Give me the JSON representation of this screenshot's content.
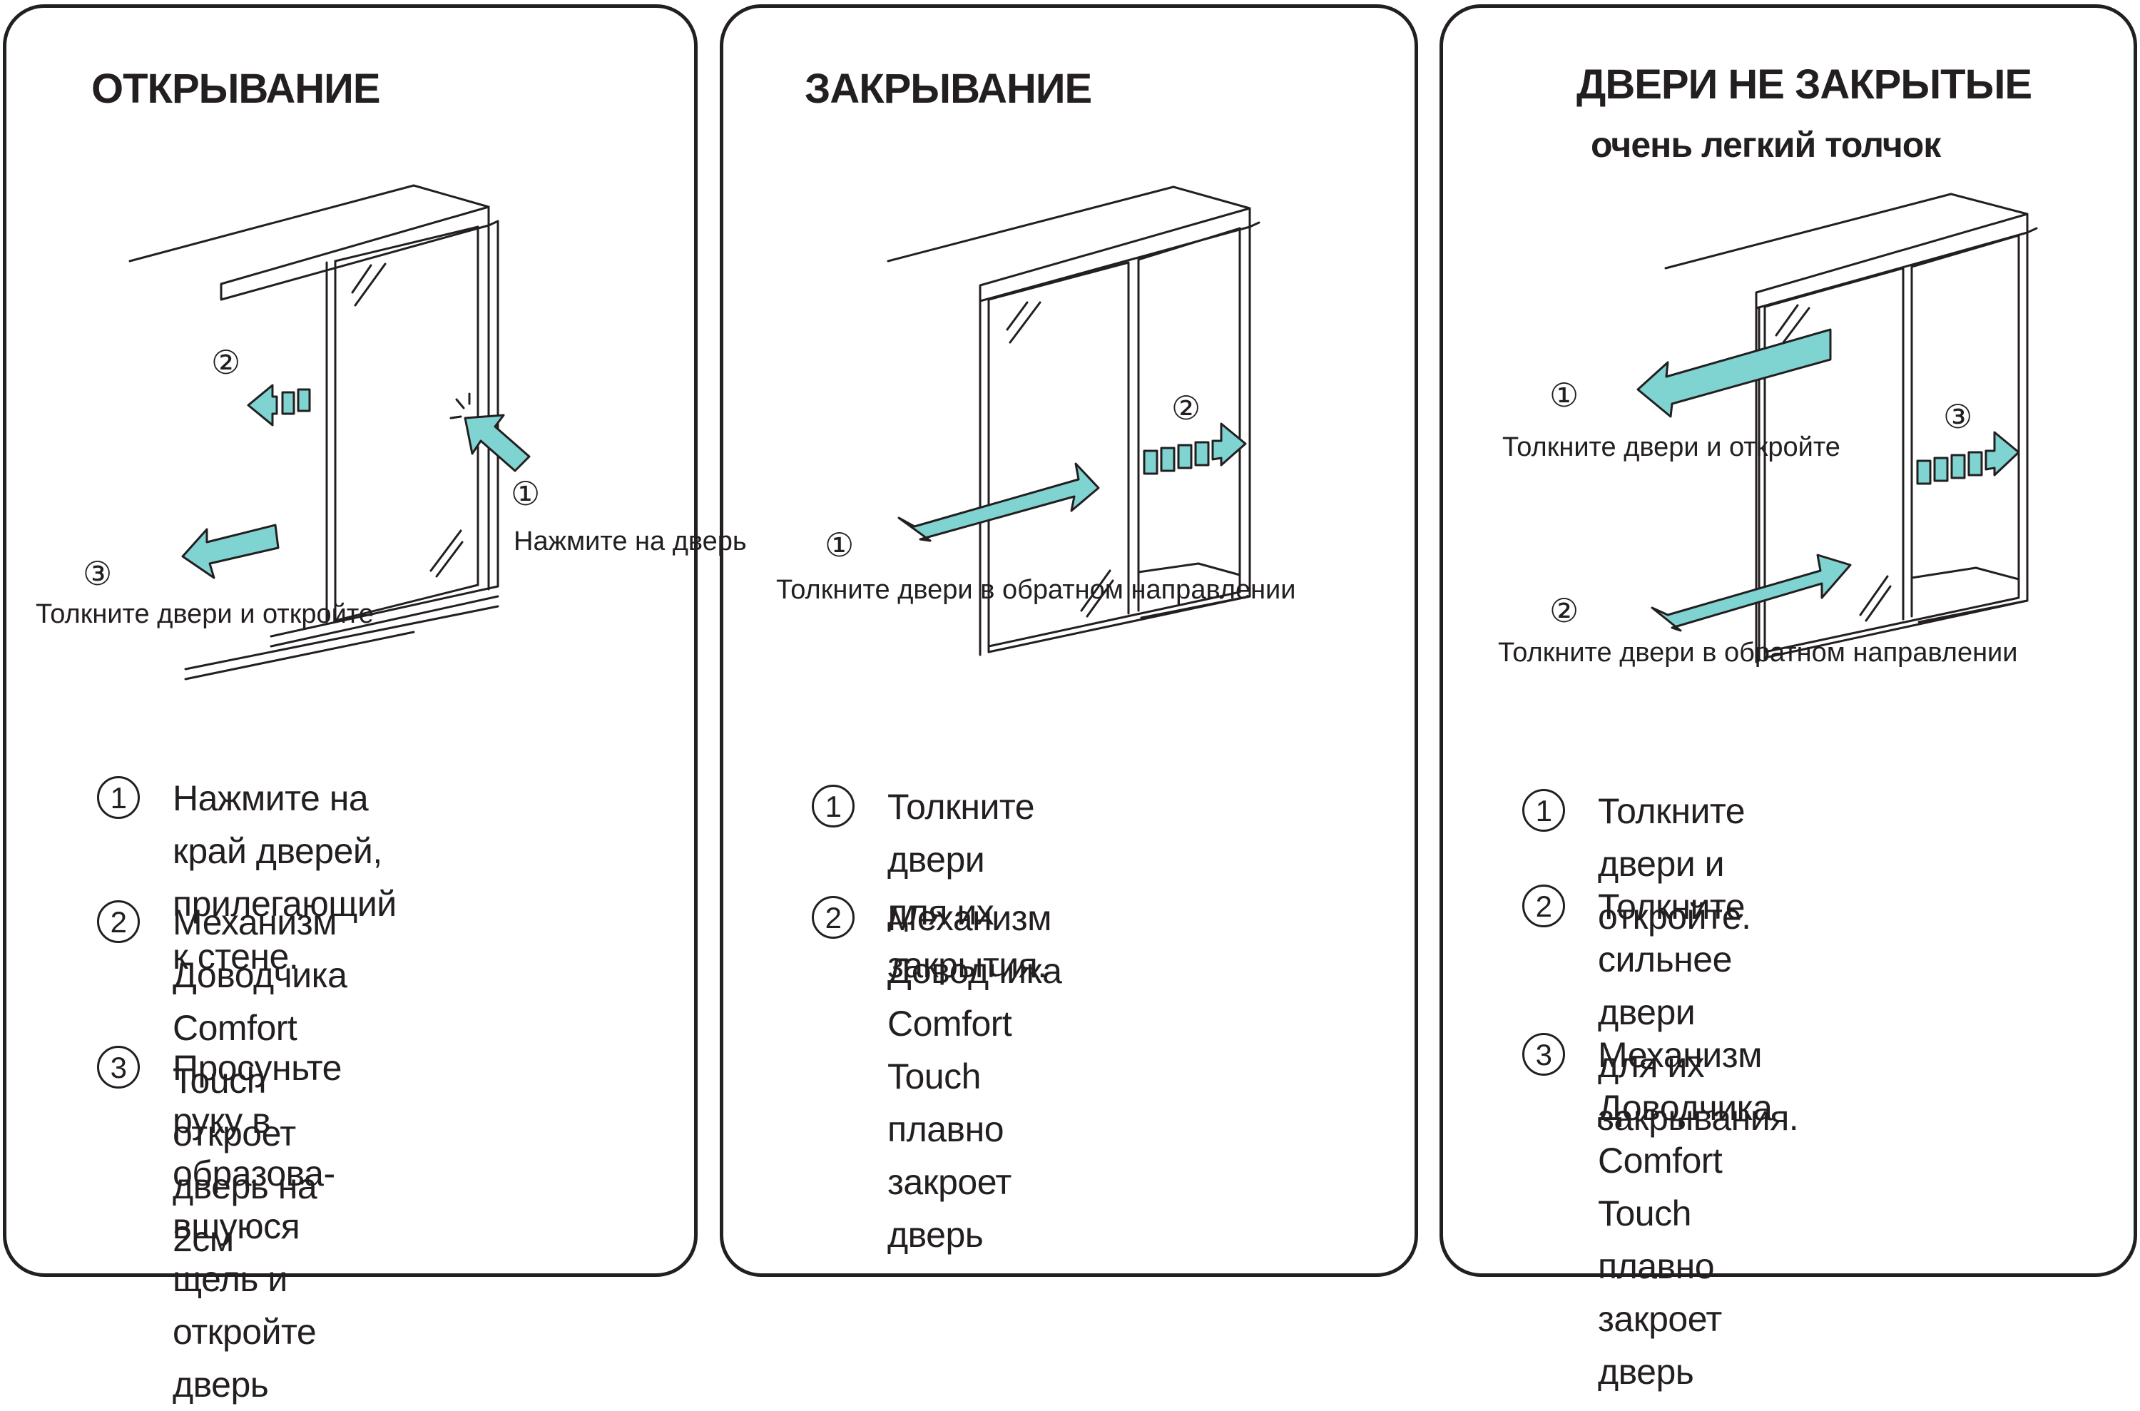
{
  "colors": {
    "arrow": "#7fd4d2",
    "line": "#231f20",
    "background": "#ffffff"
  },
  "panels": [
    {
      "title": "ОТКРЫВАНИЕ",
      "callouts": [
        {
          "num": "②",
          "text": ""
        },
        {
          "num": "①",
          "text": "Нажмите\nна дверь"
        },
        {
          "num": "③",
          "text": "Толкните двери\nи откройте"
        }
      ],
      "steps": [
        {
          "num": "1",
          "text": "Нажмите на край дверей,\nприлегающий к стене."
        },
        {
          "num": "2",
          "text": "Механизм Доводчика Comfort\nTouch откроет дверь на 2см"
        },
        {
          "num": "3",
          "text": "Просуньте руку в образова-\nвшуюся щель и откройте дверь"
        }
      ]
    },
    {
      "title": "ЗАКРЫВАНИЕ",
      "callouts": [
        {
          "num": "①",
          "text": "Толкните двери\nв обратном\nнаправлении"
        },
        {
          "num": "②",
          "text": ""
        }
      ],
      "steps": [
        {
          "num": "1",
          "text": "Толкните двери для их\nзакрытия."
        },
        {
          "num": "2",
          "text": "Механизм Доводчика\nComfort Touch\nплавно закроет дверь"
        }
      ]
    },
    {
      "title": "ДВЕРИ НЕ ЗАКРЫТЫЕ",
      "subtitle": "очень легкий толчок",
      "callouts": [
        {
          "num": "①",
          "text": "Толкните двери\nи откройте"
        },
        {
          "num": "②",
          "text": "Толкните двери\nв обратном\nнаправлении"
        },
        {
          "num": "③",
          "text": ""
        }
      ],
      "steps": [
        {
          "num": "1",
          "text": "Толкните двери и откройте."
        },
        {
          "num": "2",
          "text": "Толкните сильнее двери\nдля их закрывания."
        },
        {
          "num": "3",
          "text": "Механизм Доводчика Comfort\nTouch плавно закроет дверь"
        }
      ]
    }
  ]
}
